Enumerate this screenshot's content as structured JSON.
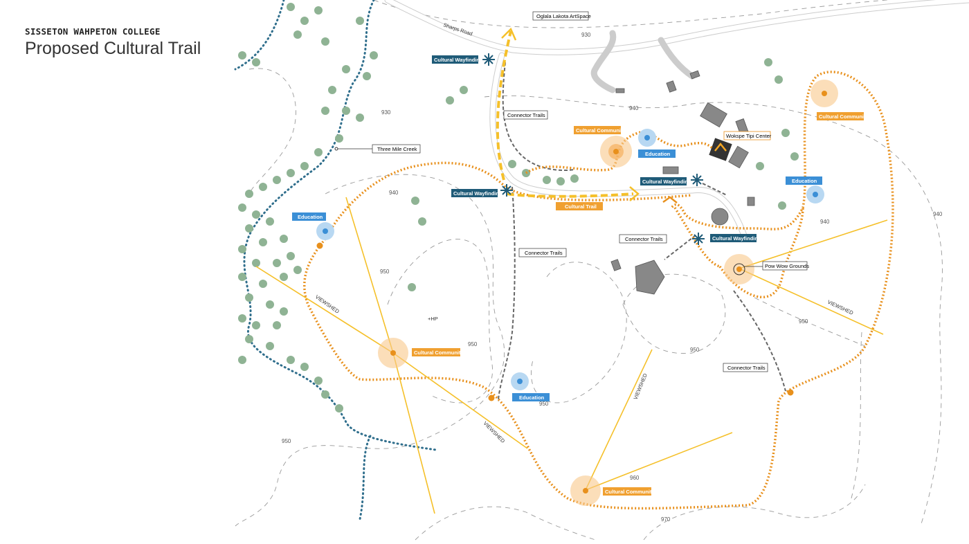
{
  "header": {
    "subtitle": "SISSETON WAHPETON COLLEGE",
    "title": "Proposed Cultural Trail"
  },
  "colors": {
    "trail": "#e8901c",
    "wayfinding": "#1f5b78",
    "education": "#3b8fd6",
    "viewshed": "#f5c02a",
    "trees": "#8fb394",
    "creek": "#2f6e8c"
  },
  "map": {
    "places": {
      "artspace": "Oglala Lakota ArtSpace",
      "road": "Sharps Road",
      "creek": "Three Mile Creek",
      "tipi": "Wokspe Tipi Center",
      "powwow": "Pow Wow Grounds",
      "hp": "+HP"
    },
    "wayfinding": [
      "Cultural Wayfinding",
      "Cultural Wayfinding",
      "Cultural Wayfinding",
      "Cultural Wayfinding"
    ],
    "connectors": [
      "Connector Trails",
      "Connector Trails",
      "Connector Trails",
      "Connector Trails"
    ],
    "community": [
      "Cultural Community",
      "Cultural Community",
      "Cultural Community",
      "Cultural Community"
    ],
    "education": [
      "Education",
      "Education",
      "Education",
      "Education"
    ],
    "trail_label": "Cultural Trail",
    "viewshed": [
      "VIEWSHED",
      "VIEWSHED",
      "VIEWSHED",
      "VIEWSHED"
    ],
    "elevations": [
      "930",
      "930",
      "940",
      "940",
      "940",
      "940",
      "950",
      "950",
      "950",
      "950",
      "950",
      "950",
      "960",
      "970"
    ]
  }
}
